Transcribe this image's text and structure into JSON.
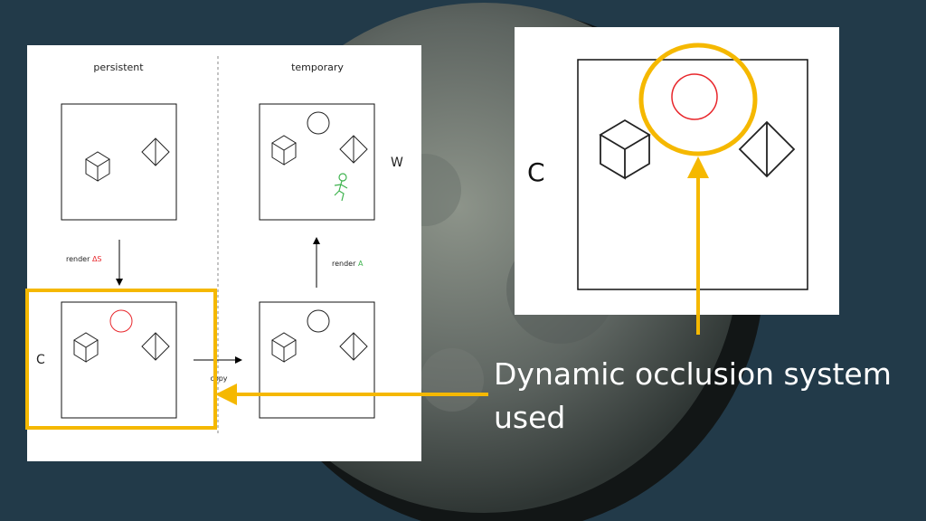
{
  "colors": {
    "background": "#223a49",
    "accent": "#f5b800",
    "arrow": "#f5b800",
    "dynamic_circle": "#e8262b",
    "runner": "#3fb34f",
    "delta_text": "#e8262b",
    "a_text": "#3fb34f"
  },
  "diagram": {
    "column_persistent": "persistent",
    "column_temporary": "temporary",
    "label_w": "W",
    "label_c": "C",
    "render_delta_prefix": "render ",
    "render_delta_symbol": "ΔS",
    "render_a_prefix": "render ",
    "render_a_symbol": "A",
    "copy_label": "copy"
  },
  "zoom": {
    "label_c": "C"
  },
  "caption": {
    "line1": "Dynamic occlusion system",
    "line2": "used"
  },
  "icons": [
    "cube-icon",
    "diamond-icon",
    "circle-icon",
    "runner-icon",
    "arrow-icon"
  ]
}
